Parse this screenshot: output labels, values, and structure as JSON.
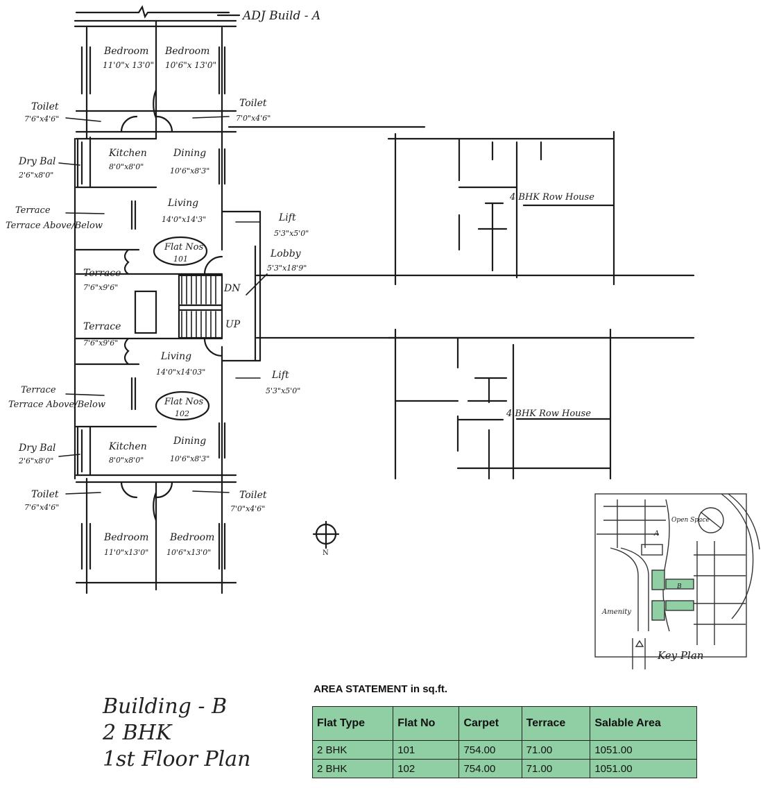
{
  "labels": {
    "adj_build": "ADJ Build - A",
    "bedroom": "Bedroom",
    "bedroom1_size_top": "11'0\"x 13'0\"",
    "bedroom2_size_top": "10'6\"x 13'0\"",
    "toilet": "Toilet",
    "toilet_left_size": "7'6\"x4'6\"",
    "toilet_right_size": "7'0\"x4'6\"",
    "dry_bal": "Dry Bal",
    "dry_bal_size": "2'6\"x8'0\"",
    "kitchen": "Kitchen",
    "kitchen_size": "8'0\"x8'0\"",
    "dining": "Dining",
    "dining_size": "10'6\"x8'3\"",
    "terrace_above_below": "Terrace Above/Below",
    "living": "Living",
    "living_size_top": "14'0\"x14'3\"",
    "living_size_bottom": "14'0\"x14'03\"",
    "flat_nos": "Flat Nos",
    "flat_101": "101",
    "flat_102": "102",
    "lift": "Lift",
    "lift_size": "5'3\"x5'0\"",
    "lobby": "Lobby",
    "lobby_size": "5'3\"x18'9\"",
    "terrace": "Terrace",
    "terrace_size": "7'6\"x9'6\"",
    "dn": "DN",
    "up": "UP",
    "row_house": "4 BHK Row House",
    "north": "N",
    "bedroom1_size_bottom": "11'0\"x13'0\"",
    "bedroom2_size_bottom": "10'6\"x13'0\"",
    "open_space": "Open Space",
    "key_a": "A",
    "key_b": "B",
    "amenity": "Amenity",
    "key_plan": "Key Plan"
  },
  "caption": {
    "line1": "Building - B",
    "line2": "2 BHK",
    "line3": "1st Floor Plan"
  },
  "area_statement": {
    "title": "AREA STATEMENT in sq.ft.",
    "headers": [
      "Flat Type",
      "Flat No",
      "Carpet",
      "Terrace",
      "Salable Area"
    ],
    "rows": [
      [
        "2 BHK",
        "101",
        "754.00",
        "71.00",
        "1051.00"
      ],
      [
        "2 BHK",
        "102",
        "754.00",
        "71.00",
        "1051.00"
      ]
    ]
  },
  "colors": {
    "table_fill": "#8fcfa3",
    "key_plan_highlight": "#8fcfa3"
  }
}
